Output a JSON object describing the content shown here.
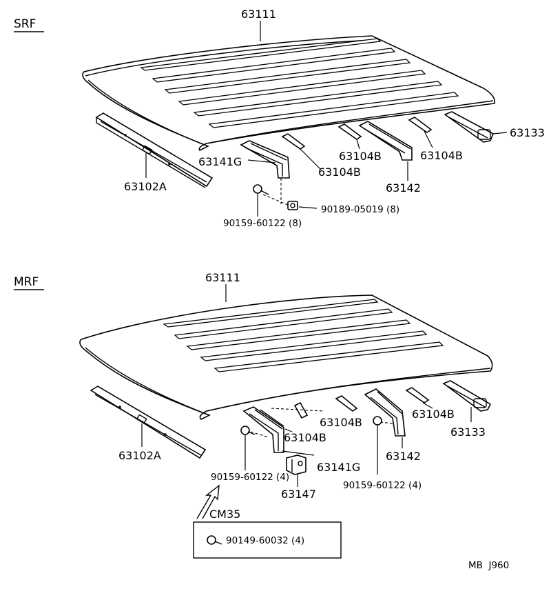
{
  "srf": {
    "section_label": "SRF",
    "labels": {
      "roof_panel": "63111",
      "rear_trim": "63133",
      "bow_1": "63104B",
      "bow_2": "63104B",
      "bow_3": "63104B",
      "bracket_g": "63141G",
      "bracket": "63142",
      "front_rail": "63102A",
      "nut": "90189-05019 (8)",
      "bolt": "90159-60122 (8)"
    }
  },
  "mrf": {
    "section_label": "MRF",
    "labels": {
      "roof_panel": "63111",
      "front_rail": "63102A",
      "bow_1": "63104B",
      "bow_2": "63104B",
      "bow_3": "63104B",
      "rear_trim": "63133",
      "bracket_g": "63141G",
      "bracket": "63142",
      "bracket_147": "63147",
      "bolt_left": "90159-60122 (4)",
      "bolt_right": "90159-60122 (4)",
      "ref_code": "CM35",
      "inset_bolt": "90149-60032 (4)"
    }
  },
  "footer_code": "MB  J960"
}
